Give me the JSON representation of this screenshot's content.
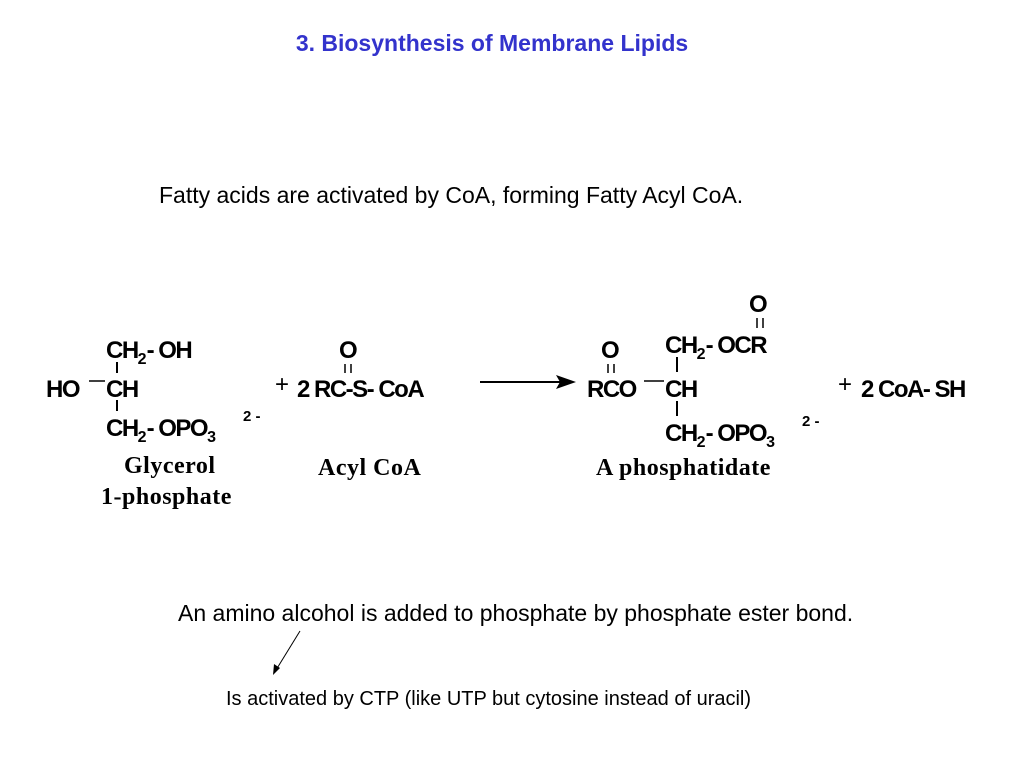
{
  "title": "3. Biosynthesis of Membrane Lipids",
  "colors": {
    "title": "#3333cc",
    "text": "#000000"
  },
  "intro_text": "Fatty acids are activated by CoA, forming Fatty Acyl CoA.",
  "reaction": {
    "glycerol_phosphate": {
      "top_group": "CH",
      "top_sub": "2",
      "top_suffix": "- OH",
      "middle_left": "HO",
      "middle_group": "CH",
      "bottom_group": "CH",
      "bottom_sub": "2",
      "bottom_suffix": "- OPO",
      "bottom_sub2": "3",
      "charge": "2 -",
      "label_line1": "Glycerol",
      "label_line2": "1-phosphate"
    },
    "plus_1": "+",
    "acyl_coa": {
      "oxygen": "O",
      "formula": "2 RC-S- CoA",
      "label": "Acyl CoA"
    },
    "phosphatidate": {
      "top_oxygen": "O",
      "top_group": "CH",
      "top_sub": "2",
      "top_suffix": "- OCR",
      "left_oxygen": "O",
      "middle_left": "RCO",
      "middle_group": "CH",
      "bottom_group": "CH",
      "bottom_sub": "2",
      "bottom_suffix": "- OPO",
      "bottom_sub2": "3",
      "charge": "2 -",
      "label": "A phosphatidate"
    },
    "plus_2": "+",
    "coa_sh": "2 CoA- SH"
  },
  "amino_text": "An amino alcohol is added to phosphate by phosphate ester bond.",
  "ctp_note": "Is activated by CTP (like UTP but cytosine instead of uracil)"
}
